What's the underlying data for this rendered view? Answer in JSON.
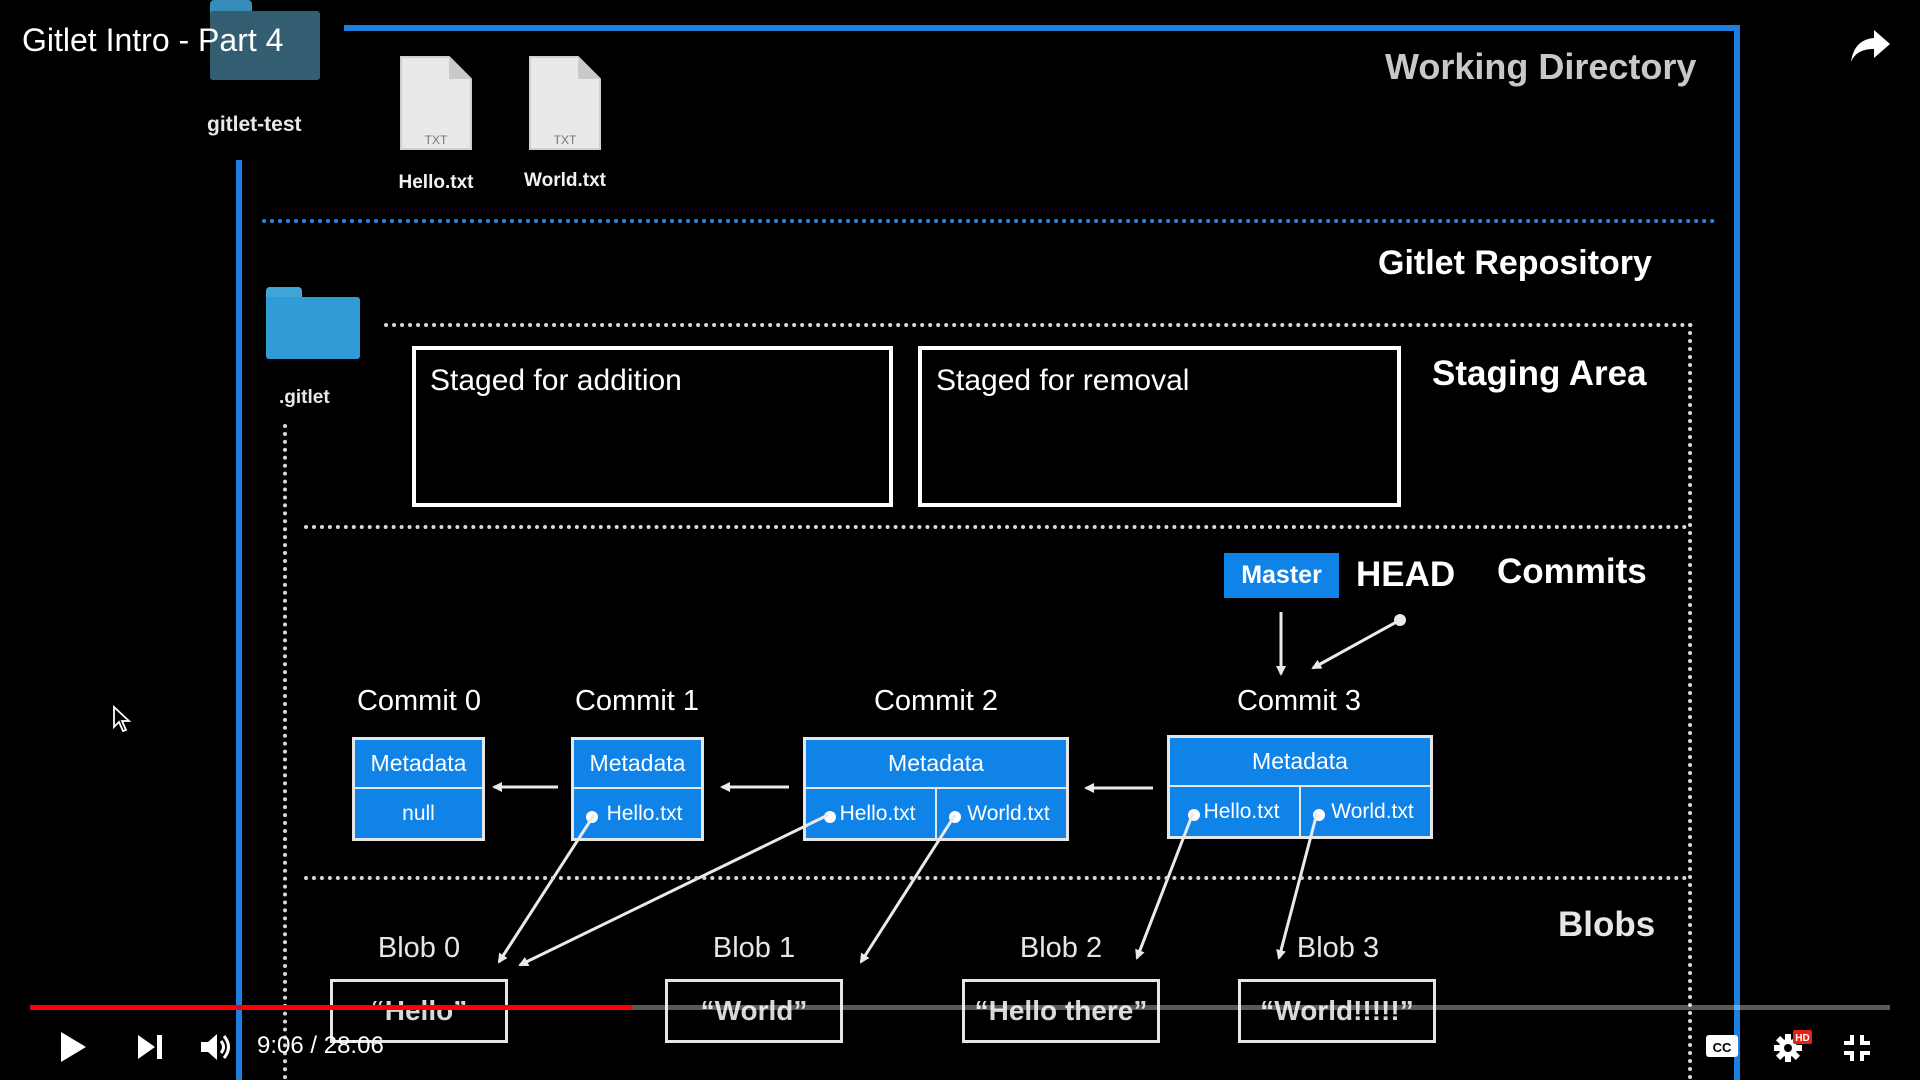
{
  "video": {
    "title": "Gitlet Intro - Part 4",
    "current_time": "9:06",
    "separator": " / ",
    "duration": "28:06",
    "progress_fraction": 0.3238,
    "hd_badge": "HD"
  },
  "slide": {
    "working_dir": {
      "title": "Working Directory",
      "folder": "gitlet-test",
      "files": [
        {
          "name": "Hello.txt",
          "ext": "TXT"
        },
        {
          "name": "World.txt",
          "ext": "TXT"
        }
      ]
    },
    "repository": {
      "title": "Gitlet Repository",
      "folder": ".gitlet"
    },
    "staging": {
      "title": "Staging Area",
      "addition": "Staged for addition",
      "removal": "Staged for removal"
    },
    "commits": {
      "title": "Commits",
      "branch": "Master",
      "head": "HEAD",
      "items": [
        {
          "label": "Commit 0",
          "metadata": "Metadata",
          "refs": [
            "null"
          ]
        },
        {
          "label": "Commit 1",
          "metadata": "Metadata",
          "refs": [
            "Hello.txt"
          ]
        },
        {
          "label": "Commit 2",
          "metadata": "Metadata",
          "refs": [
            "Hello.txt",
            "World.txt"
          ]
        },
        {
          "label": "Commit 3",
          "metadata": "Metadata",
          "refs": [
            "Hello.txt",
            "World.txt"
          ]
        }
      ]
    },
    "blobs": {
      "title": "Blobs",
      "items": [
        {
          "label": "Blob 0",
          "content": "“Hello”"
        },
        {
          "label": "Blob 1",
          "content": "“World”"
        },
        {
          "label": "Blob 2",
          "content": "“Hello there”"
        },
        {
          "label": "Blob 3",
          "content": "“World!!!!!”"
        }
      ]
    }
  },
  "colors": {
    "accent_blue": "#0f83e8",
    "frame_blue": "#1e7fe0",
    "progress_red": "#ff0000",
    "background": "#000000"
  },
  "icons": {
    "share": "share-arrow-icon",
    "play": "play-icon",
    "next": "next-icon",
    "volume": "volume-icon",
    "captions": "captions-icon",
    "settings": "settings-gear-icon",
    "fullscreen_exit": "exit-fullscreen-icon",
    "cursor": "mouse-cursor-icon"
  }
}
